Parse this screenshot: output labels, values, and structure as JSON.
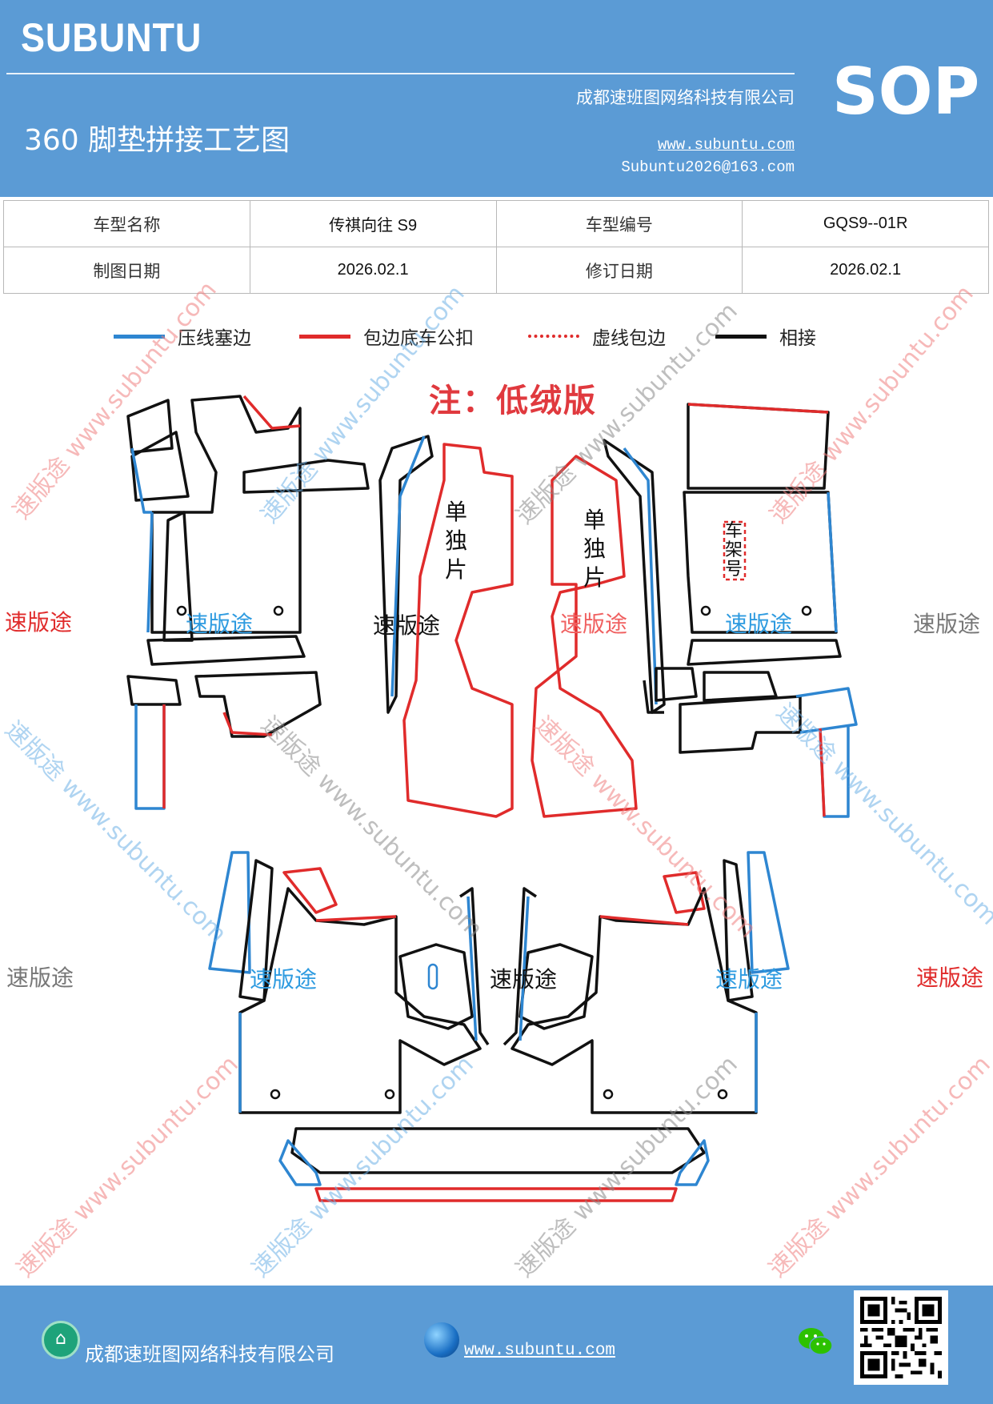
{
  "header": {
    "brand": "SUBUNTU",
    "company": "成都速班图网络科技有限公司",
    "title": "360 脚垫拼接工艺图",
    "website": "www.subuntu.com",
    "email": "Subuntu2026@163.com",
    "badge": "SOP"
  },
  "info": {
    "model_name_label": "车型名称",
    "model_name": "传祺向往 S9",
    "model_code_label": "车型编号",
    "model_code": "GQS9--01R",
    "draw_date_label": "制图日期",
    "draw_date": "2026.02.1",
    "revise_date_label": "修订日期",
    "revise_date": "2026.02.1"
  },
  "legend": {
    "blue": "压线塞边",
    "red": "包边底车公扣",
    "dotted": "虚线包边",
    "black": "相接",
    "colors": {
      "blue": "#2e86d1",
      "red": "#e02b2b",
      "black": "#111111"
    }
  },
  "note": "注：低绒版",
  "labels": {
    "single_piece": [
      "单",
      "独",
      "片"
    ],
    "frame_number": [
      "车",
      "架",
      "号"
    ]
  },
  "watermark": {
    "site": "www.subuntu.com",
    "brand_cn": "速版途",
    "diag": "速版途 www.subuntu.com"
  },
  "footer": {
    "company": "成都速班图网络科技有限公司",
    "website": "www.subuntu.com "
  },
  "colors": {
    "header_bg": "#5b9bd5",
    "note": "#e0393e"
  }
}
